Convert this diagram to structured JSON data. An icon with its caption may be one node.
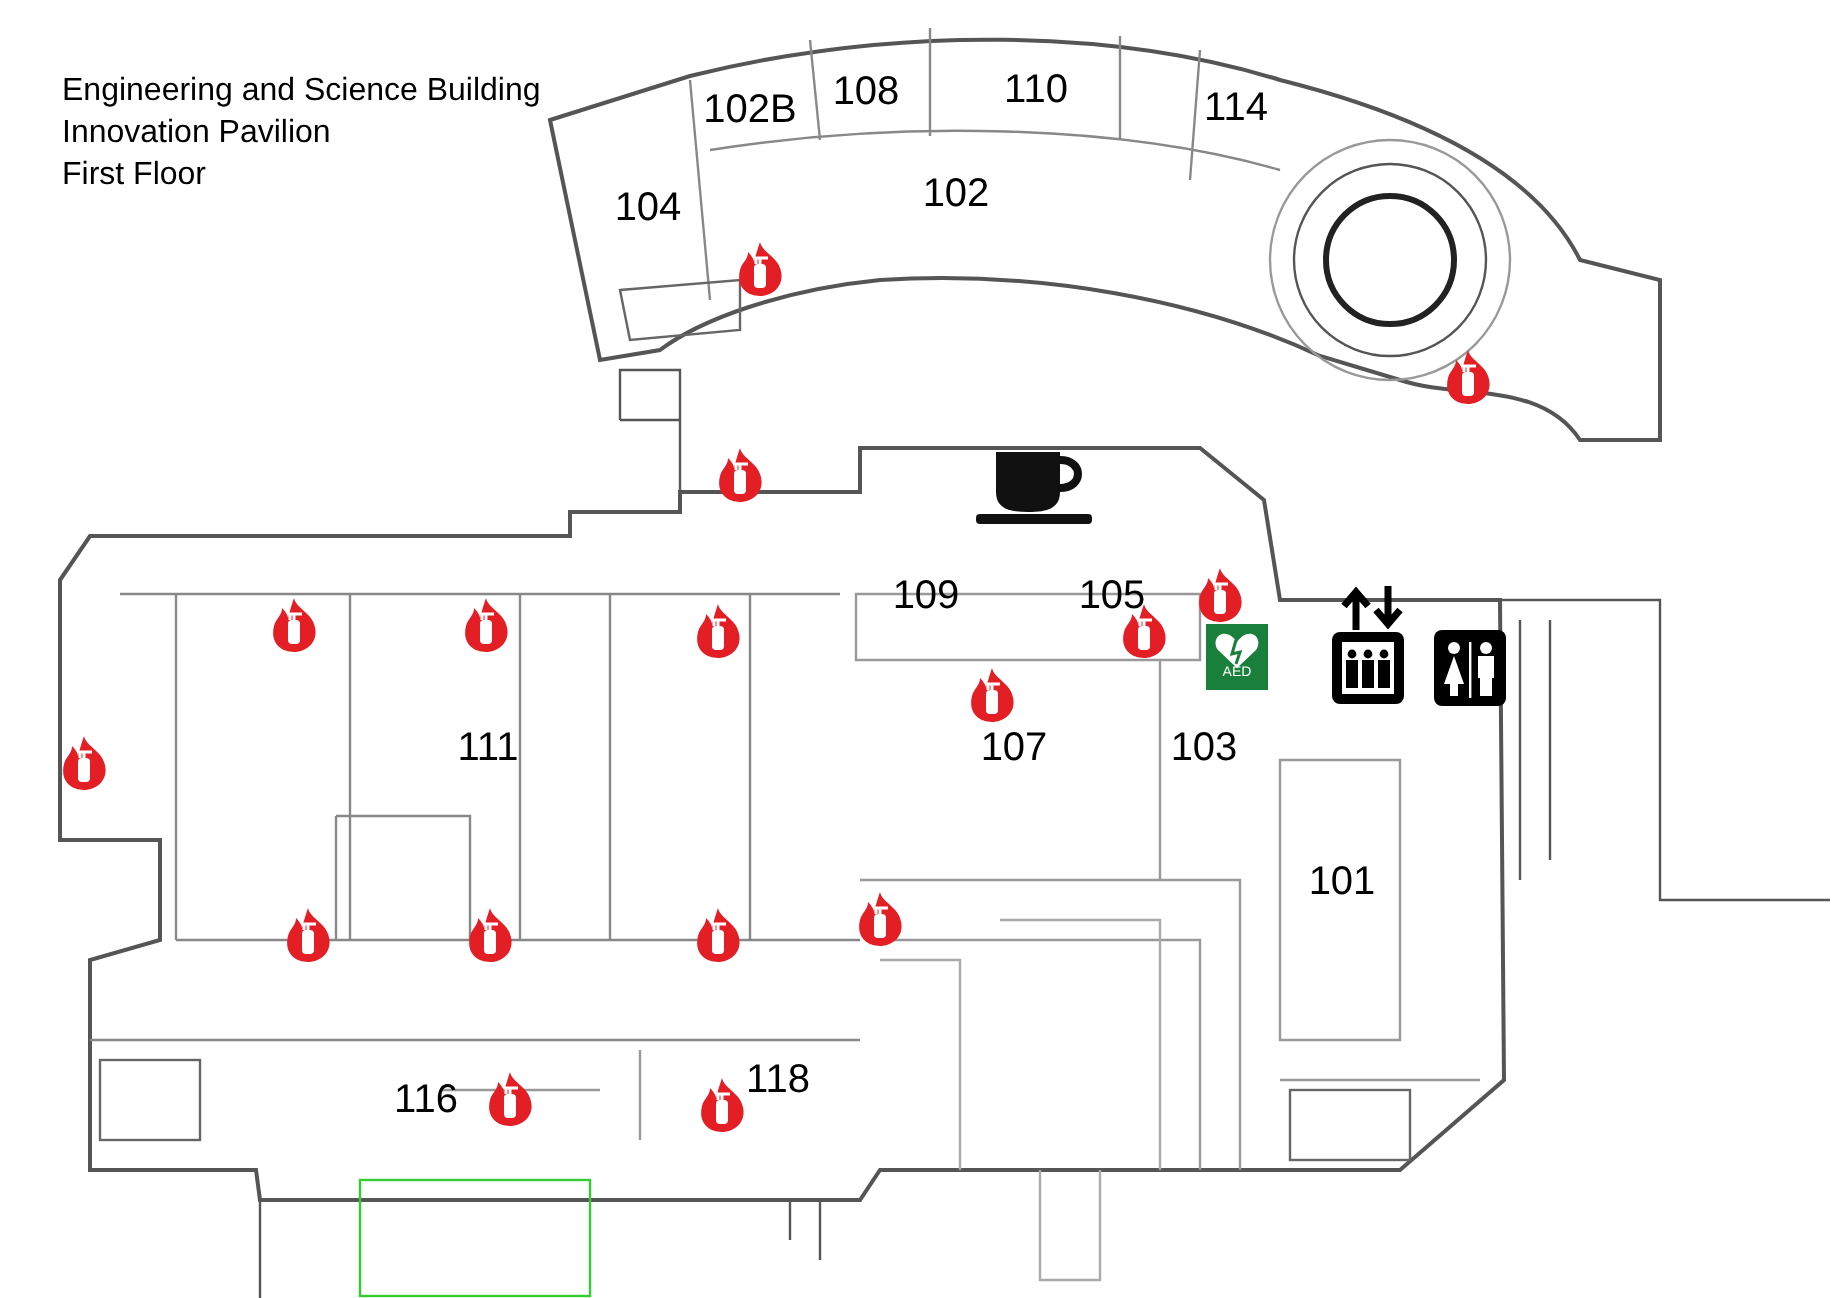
{
  "diagram": {
    "title": "Engineering and Science Building",
    "labels": [
      "Innovation Pavilion",
      "First Floor",
      "102B",
      "108",
      "110",
      "114",
      "104",
      "102",
      "109",
      "105",
      "111",
      "107",
      "103",
      "101",
      "118",
      "116",
      "AED"
    ]
  }
}
